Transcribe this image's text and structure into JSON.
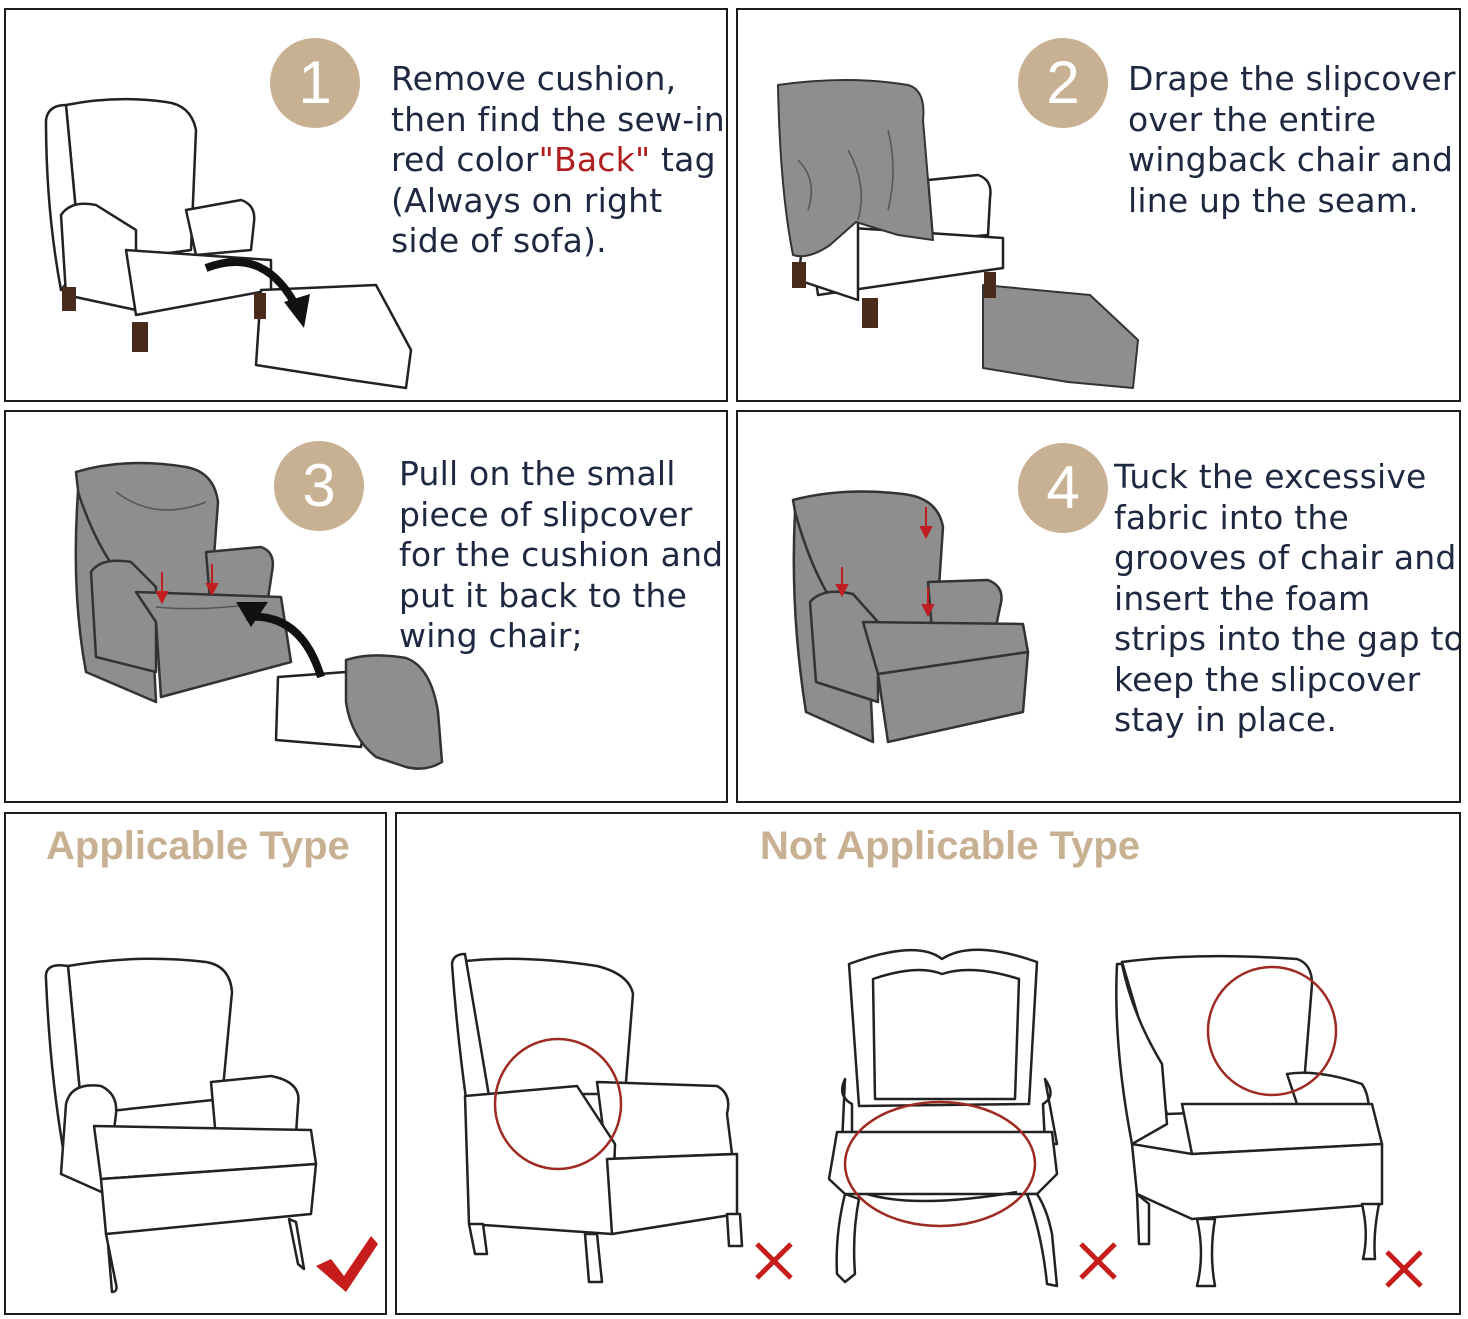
{
  "steps": [
    {
      "number": "1",
      "lines": [
        "Remove cushion,",
        "then find the sew-in"
      ],
      "line3_before": "red color",
      "line3_tag": "\"Back\"",
      "line3_after": " tag",
      "lines_after": [
        "(Always on right",
        "side of sofa)."
      ]
    },
    {
      "number": "2",
      "lines": [
        "Drape the slipcover",
        "over the entire",
        "wingback chair and",
        "line up the seam."
      ]
    },
    {
      "number": "3",
      "lines": [
        "Pull on the small",
        "piece of slipcover",
        "for the cushion and",
        "put it back to the",
        "wing chair;"
      ]
    },
    {
      "number": "4",
      "lines": [
        "Tuck the excessive",
        "fabric into the",
        "grooves of chair and",
        "insert the foam",
        "strips into the gap to",
        "keep the slipcover",
        "stay in place."
      ]
    }
  ],
  "applicable": {
    "heading": "Applicable Type",
    "mark": "check-mark-icon"
  },
  "not_applicable": {
    "heading": "Not Applicable Type",
    "marks": [
      "cross-mark-icon",
      "cross-mark-icon",
      "cross-mark-icon"
    ]
  },
  "colors": {
    "accent": "#c8b092",
    "tag_red": "#b01e1e",
    "text": "#1e2840",
    "cover_gray": "#8e8e8e",
    "circle_red": "#9e2a22"
  }
}
